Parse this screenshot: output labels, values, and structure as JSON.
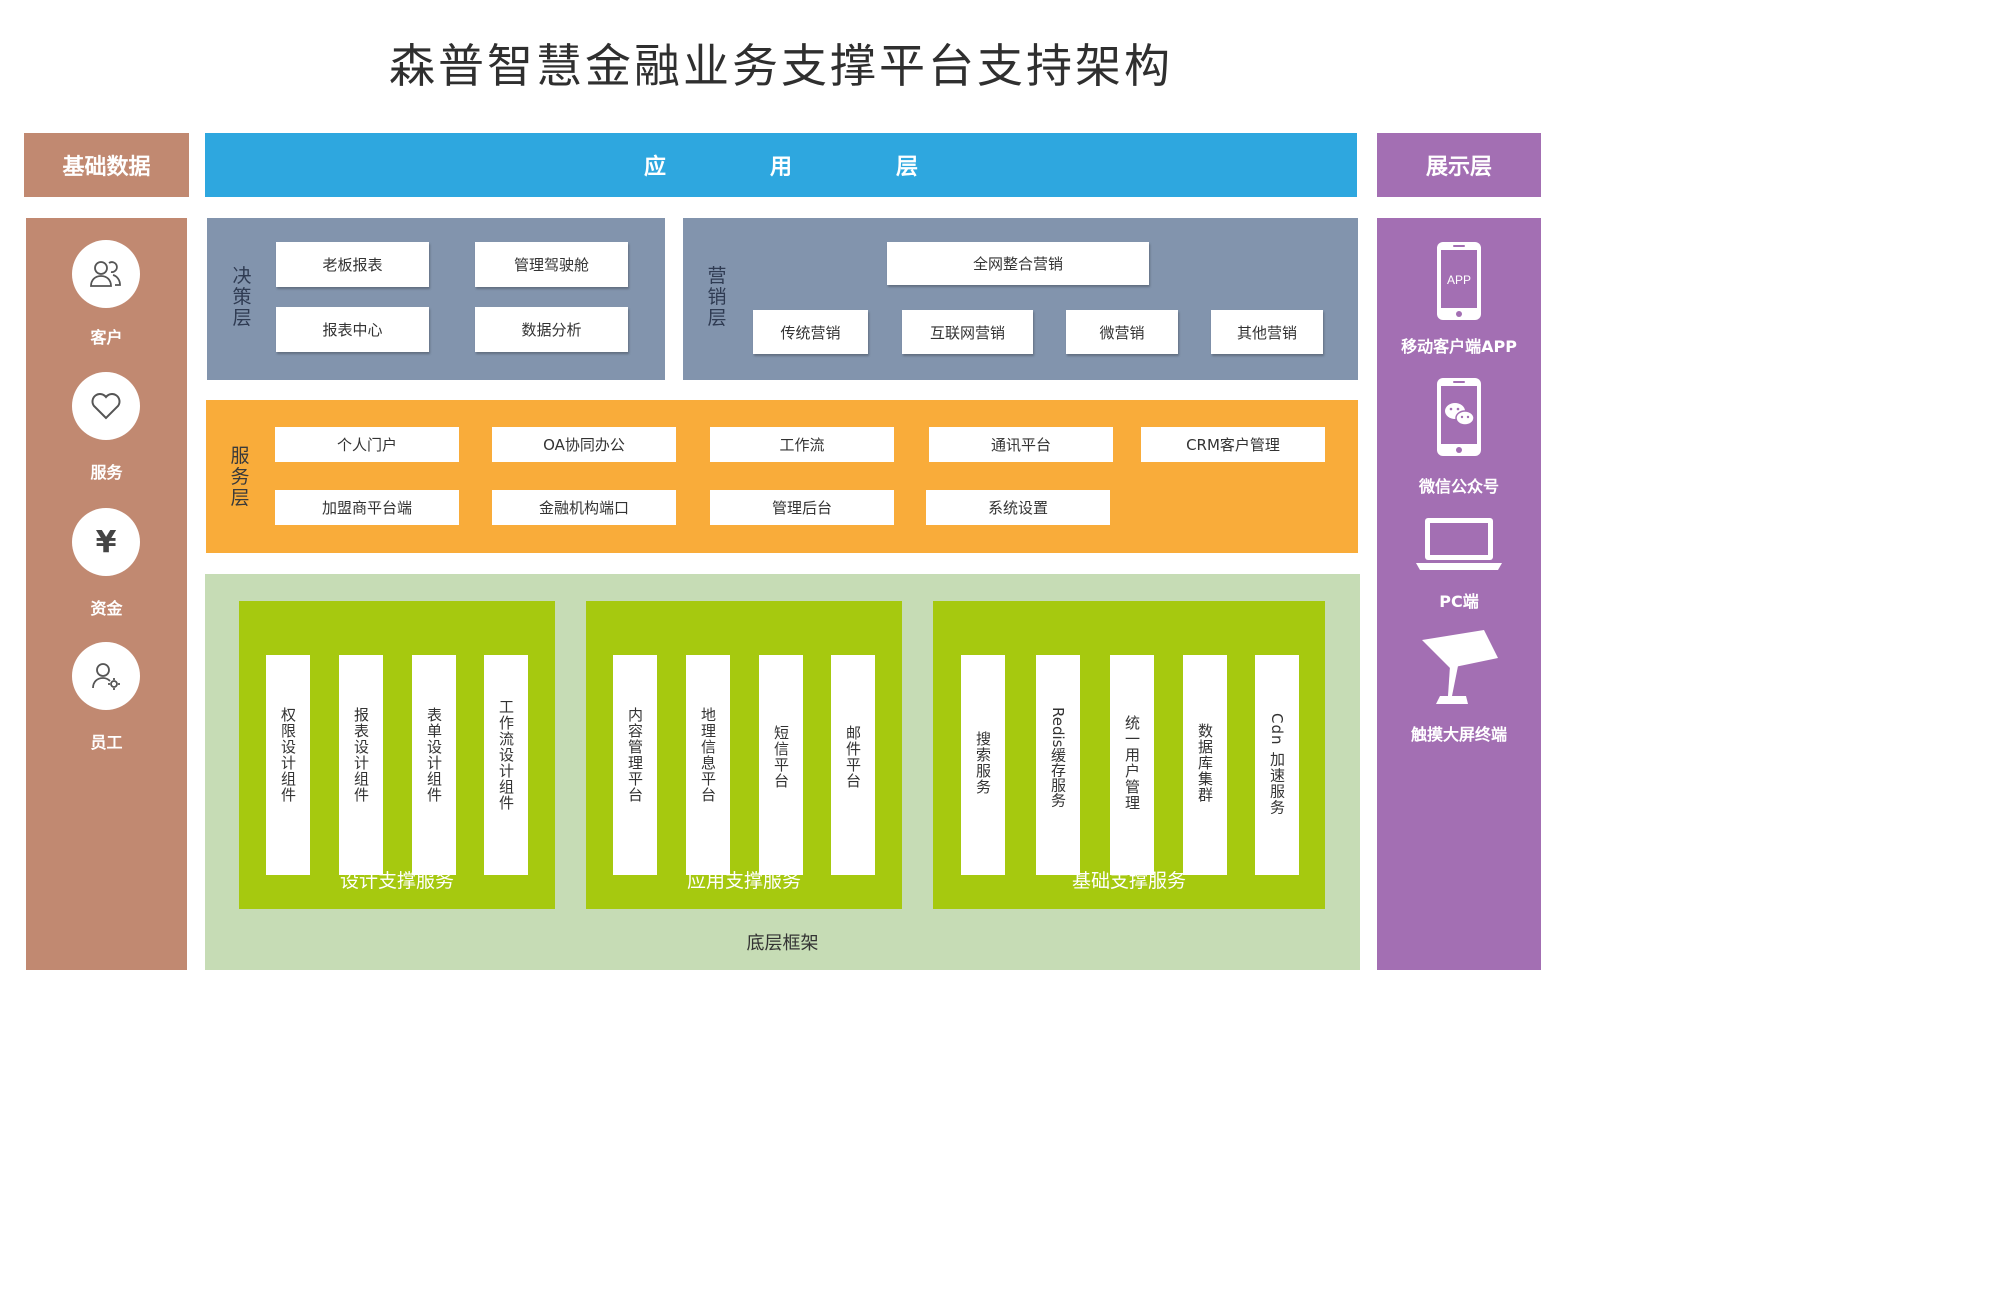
{
  "title": "森普智慧金融业务支撑平台支持架构",
  "headers": {
    "left": "基础数据",
    "app_layer": [
      "应",
      "用",
      "层"
    ],
    "right": "展示层"
  },
  "base_data": [
    {
      "label": "客户",
      "icon": "users-icon"
    },
    {
      "label": "服务",
      "icon": "heart-icon"
    },
    {
      "label": "资金",
      "icon": "yen-icon"
    },
    {
      "label": "员工",
      "icon": "user-gear-icon"
    }
  ],
  "display_layer": [
    {
      "label": "移动客户端APP",
      "icon": "phone-app-icon",
      "icon_text": "APP"
    },
    {
      "label": "微信公众号",
      "icon": "phone-wechat-icon"
    },
    {
      "label": "PC端",
      "icon": "laptop-icon"
    },
    {
      "label": "触摸大屏终端",
      "icon": "kiosk-icon"
    }
  ],
  "decision_layer": {
    "label": "决策层",
    "items": [
      "老板报表",
      "管理驾驶舱",
      "报表中心",
      "数据分析"
    ]
  },
  "marketing_layer": {
    "label": "营销层",
    "top": "全网整合营销",
    "items": [
      "传统营销",
      "互联网营销",
      "微营销",
      "其他营销"
    ]
  },
  "service_layer": {
    "label": "服务层",
    "row1": [
      "个人门户",
      "OA协同办公",
      "工作流",
      "通讯平台",
      "CRM客户管理"
    ],
    "row2": [
      "加盟商平台端",
      "金融机构端口",
      "管理后台",
      "系统设置"
    ]
  },
  "base_framework": {
    "label": "底层框架",
    "groups": [
      {
        "label": "设计支撑服务",
        "items": [
          "权限设计组件",
          "报表设计组件",
          "表单设计组件",
          "工作流设计组件"
        ]
      },
      {
        "label": "应用支撑服务",
        "items": [
          "内容管理平台",
          "地理信息平台",
          "短信平台",
          "邮件平台"
        ]
      },
      {
        "label": "基础支撑服务",
        "items": [
          "搜索服务",
          "Redis缓存服务",
          "统一用户管理",
          "数据库集群",
          "Cdn 加速服务"
        ]
      }
    ]
  },
  "colors": {
    "left": "#c18971",
    "app": "#2ea7df",
    "right": "#a36fb3",
    "gray": "#8294ad",
    "orange": "#f9ac3a",
    "green": "#a6c90f",
    "base": "#c6dcb5"
  }
}
